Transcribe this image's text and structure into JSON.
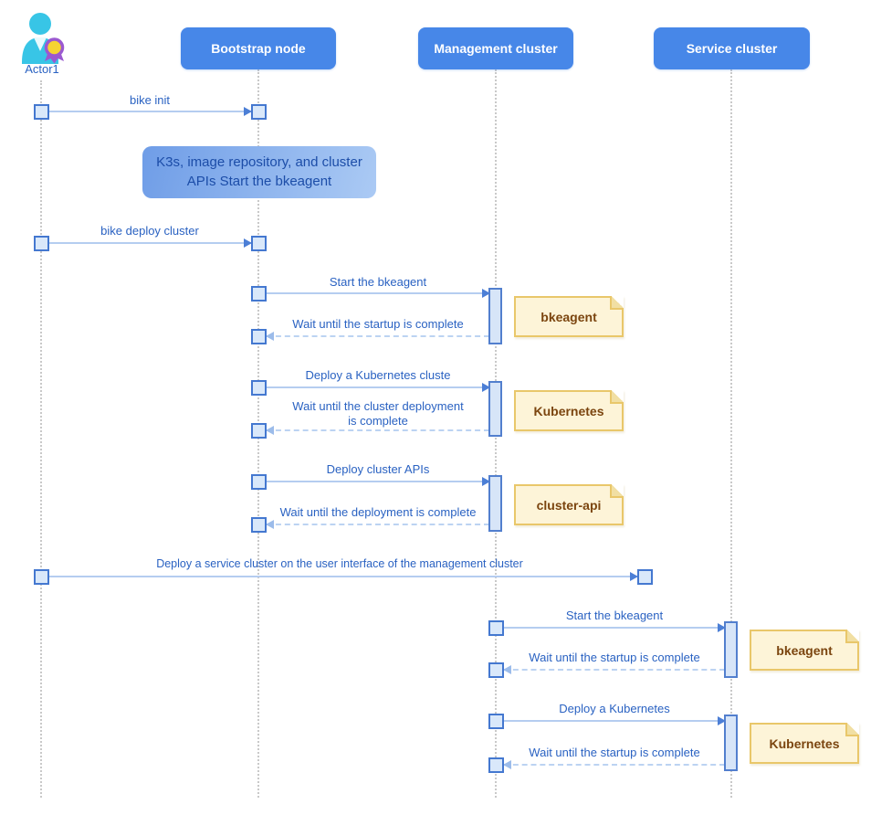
{
  "actor": {
    "label": "Actor1"
  },
  "participants": [
    {
      "label": "Bootstrap node"
    },
    {
      "label": "Management cluster"
    },
    {
      "label": "Service cluster"
    }
  ],
  "big_note": {
    "text": "K3s, image repository, and cluster APIs Start the bkeagent"
  },
  "messages": [
    {
      "label": "bike init",
      "type": "solid"
    },
    {
      "label": "bike deploy cluster",
      "type": "solid"
    },
    {
      "label": "Start the bkeagent",
      "type": "solid"
    },
    {
      "label": "Wait until the startup is complete",
      "type": "dashed-return"
    },
    {
      "label": "Deploy a Kubernetes cluste",
      "type": "solid"
    },
    {
      "label": "Wait until the cluster deployment is complete",
      "type": "dashed-return"
    },
    {
      "label": "Deploy cluster APIs",
      "type": "solid"
    },
    {
      "label": "Wait until the deployment is complete",
      "type": "dashed-return"
    },
    {
      "label": "Deploy a service cluster on the user interface of the management cluster",
      "type": "solid"
    },
    {
      "label": "Start the bkeagent",
      "type": "solid"
    },
    {
      "label": "Wait until the startup is complete",
      "type": "dashed-return"
    },
    {
      "label": "Deploy a Kubernetes",
      "type": "solid"
    },
    {
      "label": "Wait until the startup is complete",
      "type": "dashed-return"
    }
  ],
  "notes": [
    {
      "label": "bkeagent"
    },
    {
      "label": "Kubernetes"
    },
    {
      "label": "cluster-api"
    },
    {
      "label": "bkeagent"
    },
    {
      "label": "Kubernetes"
    }
  ],
  "colors": {
    "participant_bg": "#4787e8",
    "participant_text": "#ffffff",
    "message_text": "#2a62c2",
    "arrow_line": "#b5cdf0",
    "arrow_head": "#4c7fd6",
    "endpoint_fill": "#d9e8fa",
    "endpoint_border": "#4478d0",
    "note_bg": "#fdf4d8",
    "note_border": "#e9c76a",
    "note_text": "#7b450f",
    "big_note_bg_start": "#6f9de7",
    "big_note_bg_end": "#abcaf4",
    "big_note_text": "#1c4da8",
    "lifeline": "#c9c9c9"
  }
}
